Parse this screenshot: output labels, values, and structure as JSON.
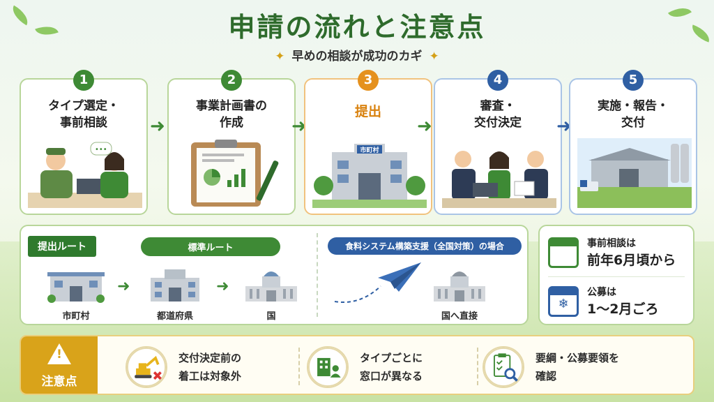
{
  "header": {
    "title": "申請の流れと注意点",
    "subtitle": "早めの相談が成功のカギ"
  },
  "steps": [
    {
      "num": "1",
      "label": "タイプ選定・\n事前相談"
    },
    {
      "num": "2",
      "label": "事業計画書の\n作成"
    },
    {
      "num": "3",
      "label": "提出",
      "sign": "市町村"
    },
    {
      "num": "4",
      "label": "審査・\n交付決定"
    },
    {
      "num": "5",
      "label": "実施・報告・\n交付"
    }
  ],
  "route": {
    "tag": "提出ルート",
    "standard": "標準ルート",
    "food": "食料システム構築支援（全国対策）の場合",
    "nodes": [
      "市町村",
      "都道府県",
      "国"
    ],
    "direct": "国へ直接"
  },
  "info": {
    "consult_line1": "事前相談は",
    "consult_line2": "前年6月頃から",
    "public_line1": "公募は",
    "public_line2": "1〜2月ごろ"
  },
  "notes": {
    "label": "注意点",
    "items": [
      "交付決定前の\n着工は対象外",
      "タイプごとに\n窓口が異なる",
      "要綱・公募要領を\n確認"
    ]
  },
  "colors": {
    "green": "#3e8a35",
    "orange": "#e5911e",
    "blue": "#2f5fa3",
    "gold": "#d9a31a"
  }
}
